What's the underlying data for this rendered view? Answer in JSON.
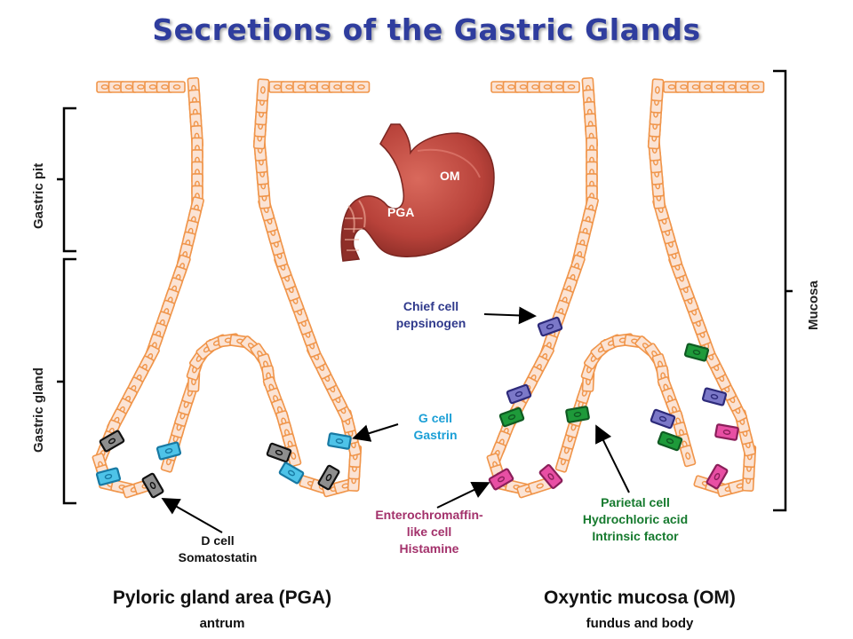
{
  "title": "Secretions of the Gastric Glands",
  "stomach": {
    "om": "OM",
    "pga": "PGA"
  },
  "brackets": {
    "gastric_pit": "Gastric pit",
    "gastric_gland": "Gastric gland",
    "mucosa": "Mucosa"
  },
  "cells": {
    "chief": [
      "Chief cell",
      "pepsinogen"
    ],
    "g": [
      "G cell",
      "Gastrin"
    ],
    "ecl": [
      "Enterochromaffin-",
      "like cell",
      "Histamine"
    ],
    "parietal": [
      "Parietal cell",
      "Hydrochloric acid",
      "Intrinsic factor"
    ],
    "d": [
      "D cell",
      "Somatostatin"
    ]
  },
  "sections": {
    "pga": {
      "name": "Pyloric gland area (PGA)",
      "sub": "antrum"
    },
    "om": {
      "name": "Oxyntic mucosa (OM)",
      "sub": "fundus and body"
    }
  },
  "colors": {
    "title": "#2f3d9e",
    "cell_fill": "#fbe3d4",
    "cell_border": "#f0954a",
    "chief": "#7b78c8",
    "g_cell": "#4ec3e8",
    "parietal": "#1e9a3a",
    "ecl": "#e84fa4",
    "d_cell": "#8e8e8e",
    "chief_label": "#303a8c",
    "g_label": "#1b9fd6",
    "ecl_label": "#a3316b",
    "parietal_label": "#167a2e"
  }
}
